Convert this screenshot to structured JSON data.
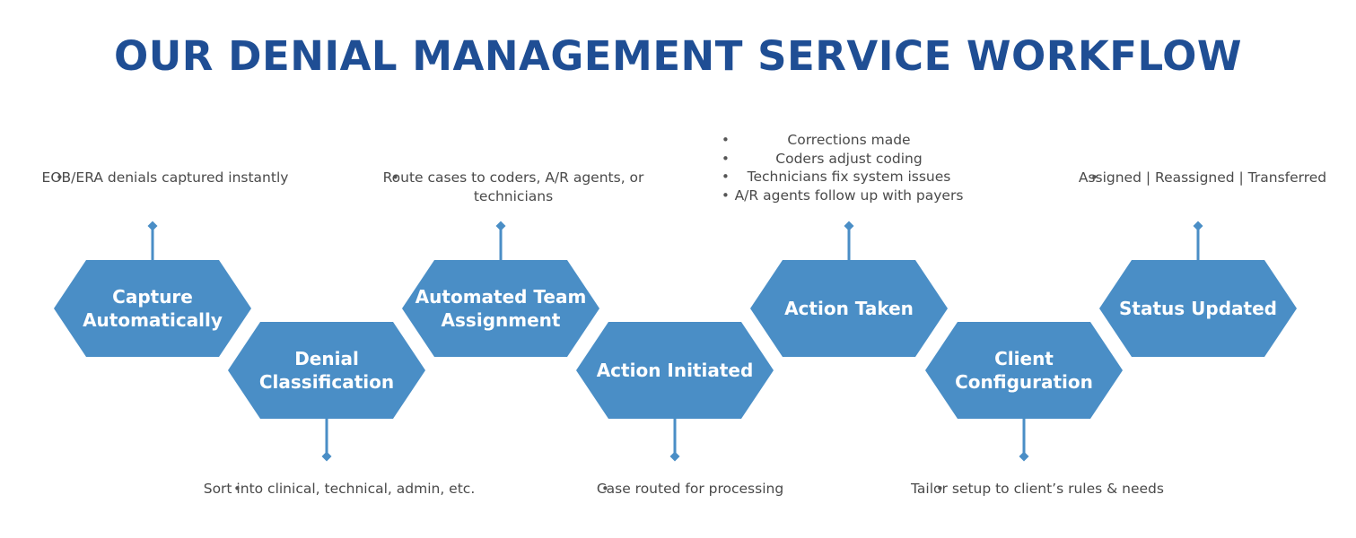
{
  "title": "OUR DENIAL MANAGEMENT SERVICE WORKFLOW",
  "colors": {
    "title": "#1f4e94",
    "hexagon_fill": "#4a8ec6",
    "connector": "#4a8ec6",
    "label_text": "#ffffff",
    "note_text": "#4a4a4a"
  },
  "steps": [
    {
      "id": "capture",
      "label": [
        "Capture",
        "Automatically"
      ],
      "notes": [
        "EOB/ERA denials captured instantly"
      ],
      "note_position": "top"
    },
    {
      "id": "classification",
      "label": [
        "Denial",
        "Classification"
      ],
      "notes": [
        "Sort into clinical, technical, admin, etc."
      ],
      "note_position": "bottom"
    },
    {
      "id": "assignment",
      "label": [
        "Automated Team",
        "Assignment"
      ],
      "notes": [
        "Route cases to coders, A/R agents, or technicians"
      ],
      "note_position": "top"
    },
    {
      "id": "initiated",
      "label": [
        "Action Initiated"
      ],
      "notes": [
        "Case routed for processing"
      ],
      "note_position": "bottom"
    },
    {
      "id": "taken",
      "label": [
        "Action Taken"
      ],
      "notes": [
        "Corrections made",
        "Coders adjust coding",
        "Technicians fix system issues",
        "A/R agents follow up with payers"
      ],
      "note_position": "top"
    },
    {
      "id": "configuration",
      "label": [
        "Client",
        "Configuration"
      ],
      "notes": [
        "Tailor setup to client’s rules & needs"
      ],
      "note_position": "bottom"
    },
    {
      "id": "status",
      "label": [
        "Status Updated"
      ],
      "notes": [
        "Assigned | Reassigned | Transferred"
      ],
      "note_position": "top"
    }
  ]
}
